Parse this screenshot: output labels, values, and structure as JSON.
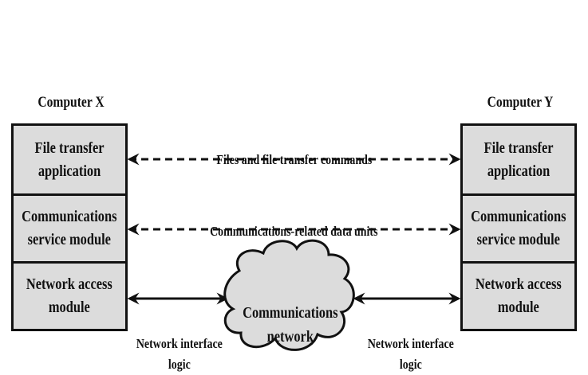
{
  "left_computer": {
    "title": "Computer X",
    "layers": [
      "File transfer\napplication",
      "Communications\nservice module",
      "Network access\nmodule"
    ]
  },
  "right_computer": {
    "title": "Computer Y",
    "layers": [
      "File transfer\napplication",
      "Communications\nservice module",
      "Network access\nmodule"
    ]
  },
  "connections": {
    "file_transfer_label": "Files and file transfer commands",
    "comm_service_label": "Communications-related data units",
    "left_interface_label": "Network interface\nlogic",
    "right_interface_label": "Network interface\nlogic"
  },
  "network": {
    "label": "Communications\nnetwork"
  },
  "colors": {
    "box_fill": "#dcdcdc",
    "line": "#111111"
  }
}
